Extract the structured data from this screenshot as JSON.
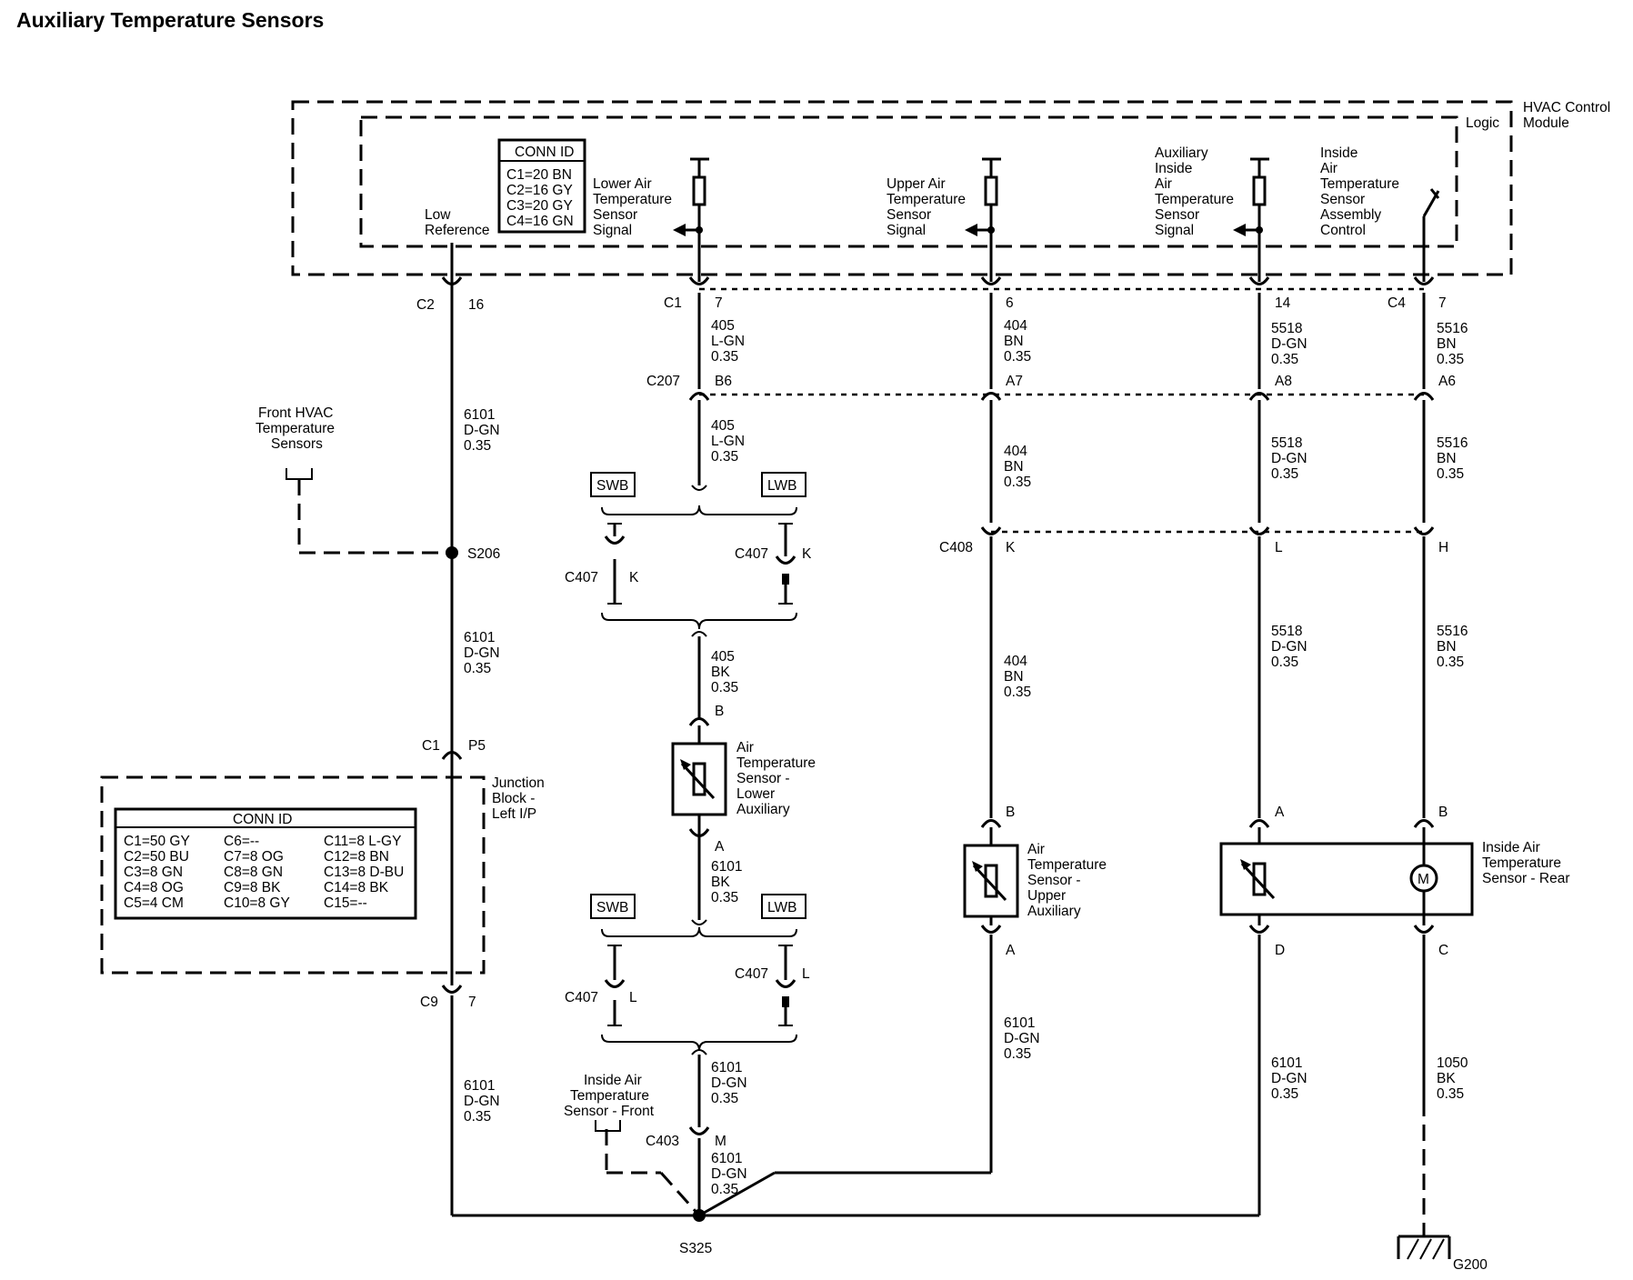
{
  "title": "Auxiliary Temperature Sensors",
  "module": {
    "name_line1": "HVAC Control",
    "name_line2": "Module",
    "logic": "Logic",
    "conn_id_header": "CONN ID",
    "conn_id": [
      "C1=20 BN",
      "C2=16 GY",
      "C3=20 GY",
      "C4=16 GN"
    ],
    "low_reference": [
      "Low",
      "Reference"
    ],
    "signals": {
      "lower": [
        "Lower Air",
        "Temperature",
        "Sensor",
        "Signal"
      ],
      "upper": [
        "Upper Air",
        "Temperature",
        "Sensor",
        "Signal"
      ],
      "aux": [
        "Auxiliary",
        "Inside",
        "Air",
        "Temperature",
        "Sensor",
        "Signal"
      ],
      "inside": [
        "Inside",
        "Air",
        "Temperature",
        "Sensor",
        "Assembly",
        "Control"
      ]
    }
  },
  "junction_block": {
    "name": [
      "Junction",
      "Block -",
      "Left I/P"
    ],
    "conn_id_header": "CONN ID",
    "conn_id": [
      [
        "C1=50 GY",
        "C6=--",
        "C11=8 L-GY"
      ],
      [
        "C2=50 BU",
        "C7=8 OG",
        "C12=8 BN"
      ],
      [
        "C3=8 GN",
        "C8=8 GN",
        "C13=8 D-BU"
      ],
      [
        "C4=8 OG",
        "C9=8 BK",
        "C14=8 BK"
      ],
      [
        "C5=4 CM",
        "C10=8 GY",
        "C15=--"
      ]
    ]
  },
  "connectors": {
    "c2": "C2",
    "c2_pin": "16",
    "c1_top": "C1",
    "c1_pin_lower": "7",
    "c1_pin_upper": "6",
    "c1_pin_aux": "14",
    "c4": "C4",
    "c4_pin": "7",
    "c207": "C207",
    "b6": "B6",
    "a7": "A7",
    "a8": "A8",
    "a6": "A6",
    "c408": "C408",
    "c408_k": "K",
    "c408_l": "L",
    "c408_h": "H",
    "s206": "S206",
    "c1_jb": "C1",
    "p5": "P5",
    "c9": "C9",
    "c9_pin": "7",
    "c407": "C407",
    "k": "K",
    "l": "L",
    "swb": "SWB",
    "lwb": "LWB",
    "c403": "C403",
    "m": "M",
    "s325": "S325",
    "g200": "G200",
    "pin_a": "A",
    "pin_b": "B",
    "pin_c": "C",
    "pin_d": "D"
  },
  "wires": {
    "w6101": [
      "6101",
      "D-GN",
      "0.35"
    ],
    "w405_lgn": [
      "405",
      "L-GN",
      "0.35"
    ],
    "w405_bk": [
      "405",
      "BK",
      "0.35"
    ],
    "w6101_bk": [
      "6101",
      "BK",
      "0.35"
    ],
    "w404": [
      "404",
      "BN",
      "0.35"
    ],
    "w5518": [
      "5518",
      "D-GN",
      "0.35"
    ],
    "w5516": [
      "5516",
      "BN",
      "0.35"
    ],
    "w1050": [
      "1050",
      "BK",
      "0.35"
    ]
  },
  "components": {
    "front_hvac": [
      "Front HVAC",
      "Temperature",
      "Sensors"
    ],
    "lower_aux": [
      "Air",
      "Temperature",
      "Sensor -",
      "Lower",
      "Auxiliary"
    ],
    "upper_aux": [
      "Air",
      "Temperature",
      "Sensor -",
      "Upper",
      "Auxiliary"
    ],
    "inside_rear": [
      "Inside Air",
      "Temperature",
      "Sensor - Rear"
    ],
    "inside_front": [
      "Inside Air",
      "Temperature",
      "Sensor - Front"
    ],
    "motor_label": "M"
  }
}
